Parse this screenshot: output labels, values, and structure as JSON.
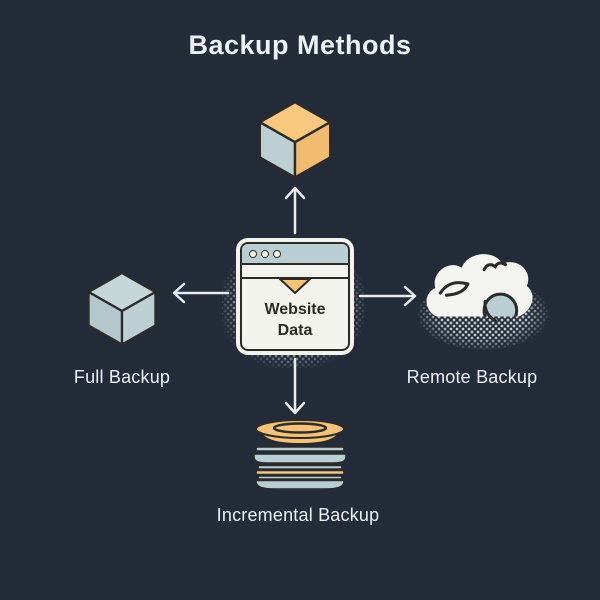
{
  "title": "Backup Methods",
  "center_node": {
    "icon": "browser-window-icon",
    "label": "Website Data"
  },
  "nodes": [
    {
      "id": "top",
      "icon": "cube-icon",
      "label": ""
    },
    {
      "id": "left",
      "icon": "cube-icon",
      "label": "Full Backup"
    },
    {
      "id": "right",
      "icon": "cloud-icon",
      "label": "Remote Backup"
    },
    {
      "id": "bottom",
      "icon": "layers-icon",
      "label": "Incremental Backup"
    }
  ],
  "arrows": [
    {
      "from": "center",
      "to": "top",
      "direction": "up"
    },
    {
      "from": "center",
      "to": "left",
      "direction": "left"
    },
    {
      "from": "center",
      "to": "right",
      "direction": "right"
    },
    {
      "from": "center",
      "to": "bottom",
      "direction": "down"
    }
  ],
  "colors": {
    "background": "#242c3a",
    "teal": "#b9ced2",
    "orange": "#f5c377",
    "orange_dark": "#f2bc70",
    "card_white": "#f3f3ee",
    "outline_dark": "#2b2b29",
    "label_text": "#edf0f4",
    "arrow": "#e9edf0"
  }
}
